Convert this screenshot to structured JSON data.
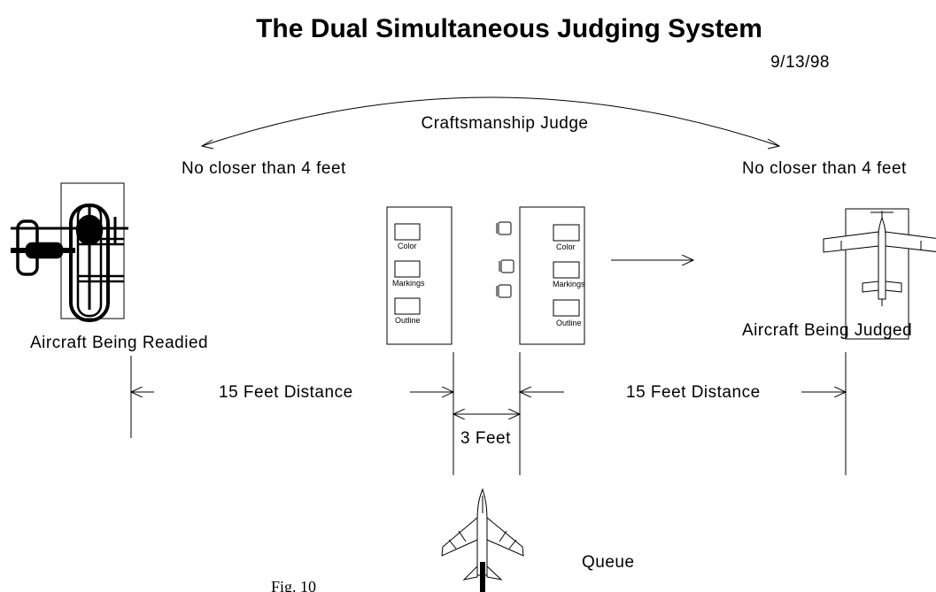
{
  "title": "The Dual Simultaneous Judging System",
  "date": "9/13/98",
  "craftsmanship_judge": "Craftsmanship Judge",
  "left_distance_note": "No closer than 4 feet",
  "right_distance_note": "No closer than 4 feet",
  "left_aircraft_label": "Aircraft Being Readied",
  "right_aircraft_label": "Aircraft Being Judged",
  "left_measure": "15 Feet Distance",
  "right_measure": "15 Feet Distance",
  "center_measure": "3 Feet",
  "queue_label": "Queue",
  "figure_caption": "Fig. 10",
  "left_table_boxes": [
    "Color",
    "Markings",
    "Outline"
  ],
  "right_table_boxes": [
    "Color",
    "Markings",
    "Outline"
  ]
}
